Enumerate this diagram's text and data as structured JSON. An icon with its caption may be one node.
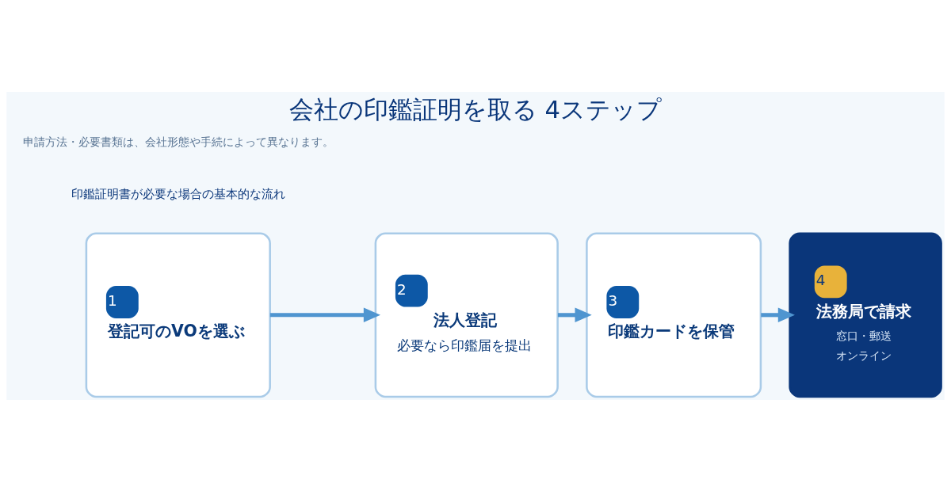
{
  "diagram": {
    "title": "会社の印鑑証明を取る 4ステップ",
    "nodes": [
      {
        "text": [
          "1",
          "登記可のVOを選ぶ"
        ]
      },
      {
        "text": [
          "2",
          "法人登記",
          "必要なら印鑑届を提出"
        ]
      },
      {
        "text": [
          "3",
          "印鑑カードを保管"
        ]
      },
      {
        "text": [
          "4",
          "法務局で請求",
          "窓口・郵送",
          "オンライン"
        ]
      }
    ],
    "edges": [
      {
        "from": 0,
        "to": 1,
        "arrow": "to"
      },
      {
        "from": 1,
        "to": 2,
        "arrow": "to"
      },
      {
        "from": 2,
        "to": 3,
        "arrow": "to"
      }
    ],
    "labels": [
      "印鑑証明書が必要な場合の基本的な流れ",
      "申請方法・必要書類は、会社形態や手続によって異なります。"
    ]
  }
}
